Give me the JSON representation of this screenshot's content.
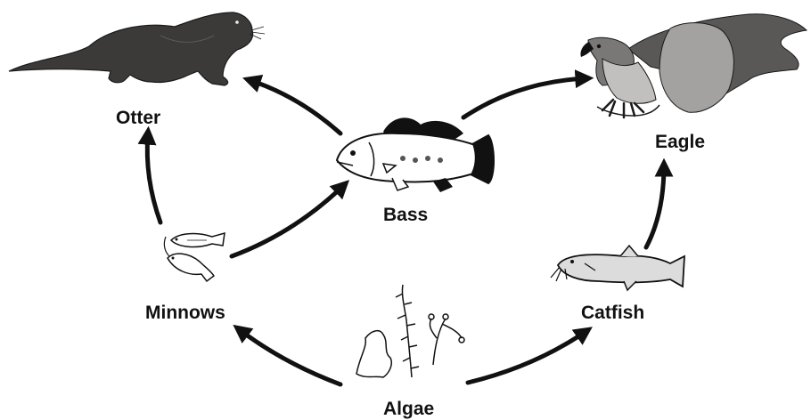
{
  "organisms": {
    "otter": "Otter",
    "bass": "Bass",
    "eagle": "Eagle",
    "minnows": "Minnows",
    "catfish": "Catfish",
    "algae": "Algae"
  },
  "links": [
    {
      "from": "algae",
      "to": "minnows"
    },
    {
      "from": "algae",
      "to": "catfish"
    },
    {
      "from": "minnows",
      "to": "otter"
    },
    {
      "from": "minnows",
      "to": "bass"
    },
    {
      "from": "bass",
      "to": "otter"
    },
    {
      "from": "bass",
      "to": "eagle"
    },
    {
      "from": "catfish",
      "to": "eagle"
    }
  ],
  "colors": {
    "ink": "#111111",
    "otter_fur": "#3c3a38",
    "eagle_wing": "#5a5856",
    "eagle_body": "#a4a2a0",
    "background": "#ffffff"
  },
  "icons": {
    "otter": "otter-icon",
    "eagle": "eagle-icon",
    "bass": "bass-icon",
    "minnows": "minnows-icon",
    "catfish": "catfish-icon",
    "algae": "algae-icon"
  }
}
